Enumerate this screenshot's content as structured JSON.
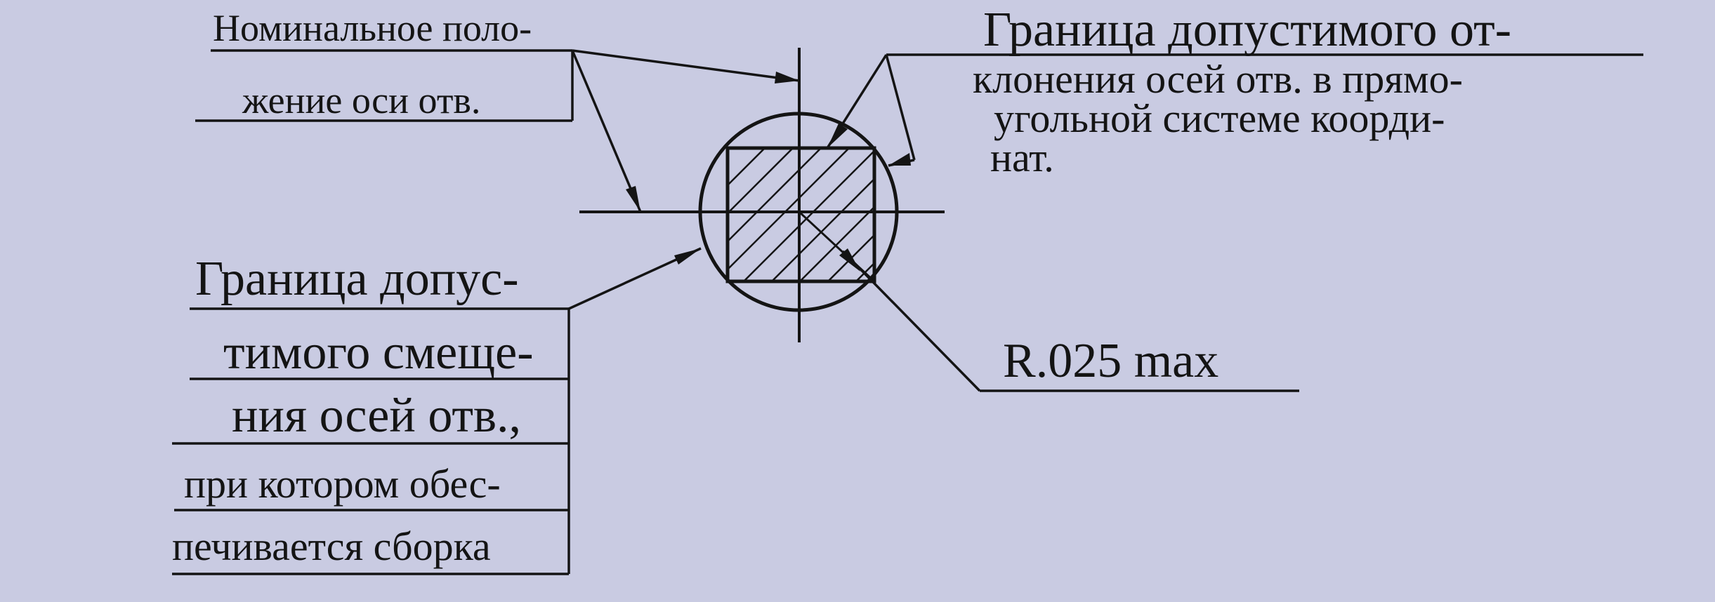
{
  "labels": {
    "nominal": [
      "Номинальное поло-",
      "жение оси отв."
    ],
    "rect_zone": [
      "Граница допустимого от-",
      "клонения осей отв. в прямо-",
      "угольной системе коорди-",
      "нат."
    ],
    "circle_zone": [
      "Граница допус-",
      "тимого смеще-",
      "ния осей отв.,",
      "при котором обес-",
      "печивается сборка"
    ],
    "radius": "R.025 max"
  },
  "colors": {
    "paper": "#c9cbe2",
    "ink": "#141414"
  }
}
